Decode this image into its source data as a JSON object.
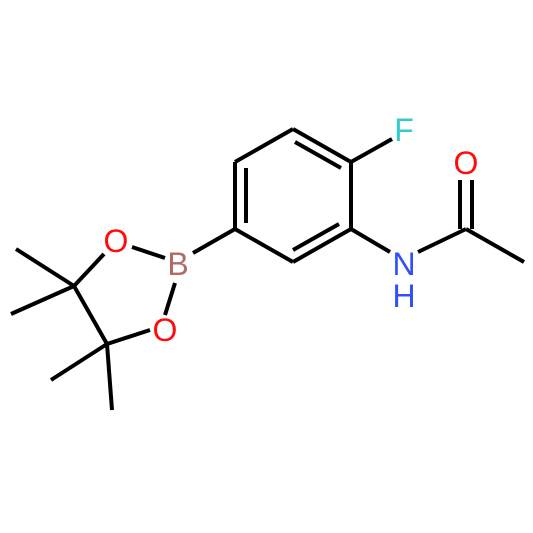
{
  "molecule": {
    "atoms": [
      {
        "id": "F1",
        "symbol": "F",
        "color": "#33cccc"
      },
      {
        "id": "O1",
        "symbol": "O",
        "color": "#ff0d0d"
      },
      {
        "id": "N1",
        "symbol": "N",
        "color": "#3050f8"
      },
      {
        "id": "H1",
        "symbol": "H",
        "color": "#3050f8"
      },
      {
        "id": "B1",
        "symbol": "B",
        "color": "#b06a6a"
      },
      {
        "id": "O2",
        "symbol": "O",
        "color": "#ff0d0d"
      },
      {
        "id": "O3",
        "symbol": "O",
        "color": "#ff0d0d"
      }
    ]
  }
}
